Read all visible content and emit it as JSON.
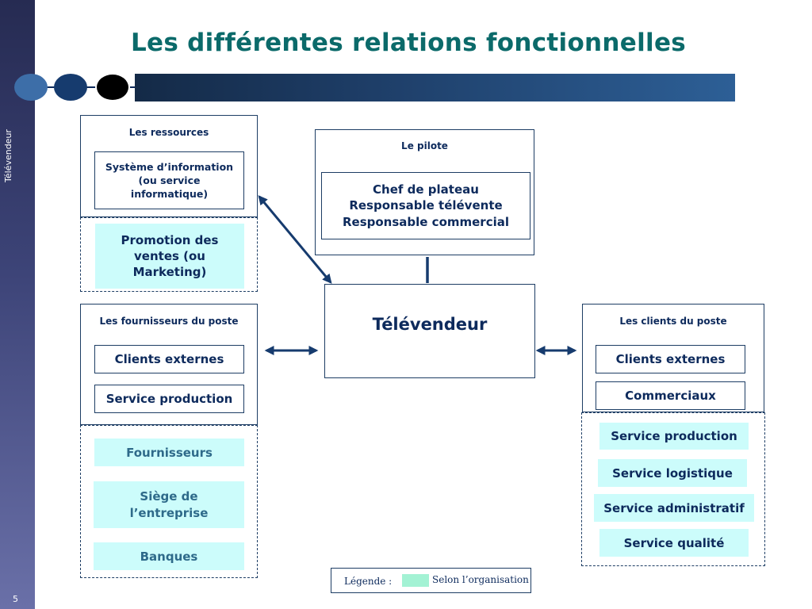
{
  "slide": {
    "title": "Les différentes relations fonctionnelles",
    "sidebar_text": "Télévendeur",
    "page_number": "5",
    "colors": {
      "title": "#0b6a6a",
      "text": "#0d2a5c",
      "highlight": "#ccfcfb",
      "legend_swatch": "#a3f2d4"
    }
  },
  "diagram": {
    "ressources": {
      "header": "Les ressources",
      "inner_box": "Système d’information (ou service informatique)",
      "optional_box": "Promotion des ventes (ou Marketing)"
    },
    "pilote": {
      "header": "Le pilote",
      "inner_lines": [
        "Chef de plateau",
        "Responsable télévente",
        "Responsable commercial"
      ]
    },
    "center": {
      "label": "Télévendeur"
    },
    "fournisseurs": {
      "header": "Les fournisseurs du poste",
      "boxes": [
        "Clients externes",
        "Service production"
      ],
      "optional": [
        "Fournisseurs",
        "Siège de l’entreprise",
        "Banques"
      ]
    },
    "clients": {
      "header": "Les clients du poste",
      "boxes": [
        "Clients externes",
        "Commerciaux"
      ],
      "optional": [
        "Service production",
        "Service logistique",
        "Service administratif",
        "Service qualité"
      ]
    }
  },
  "legend": {
    "label": "Légende :",
    "item": "Selon l’organisation"
  }
}
